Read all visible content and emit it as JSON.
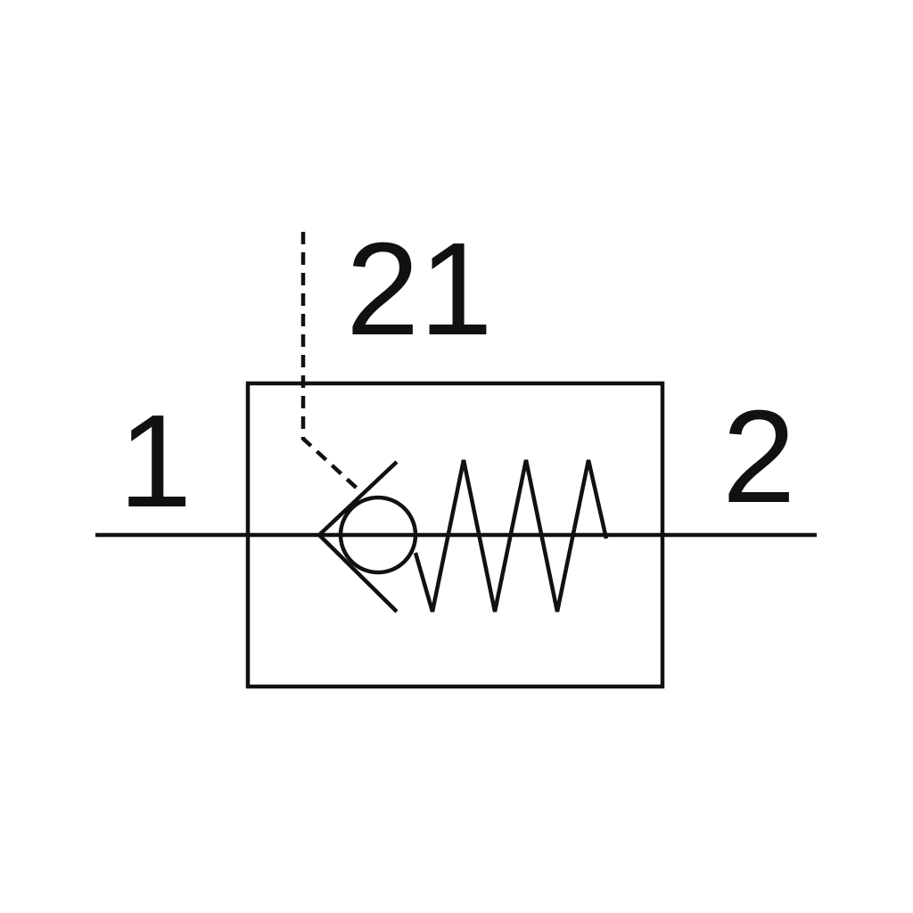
{
  "diagram": {
    "labels": {
      "inlet_port": "1",
      "outlet_port": "2",
      "pilot_port": "21"
    },
    "colors": {
      "line": "#111111",
      "background": "#ffffff"
    }
  }
}
